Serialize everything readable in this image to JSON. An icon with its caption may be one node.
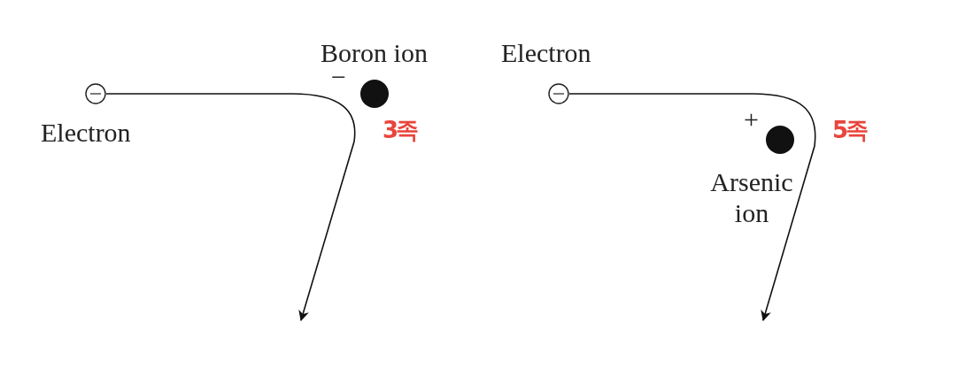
{
  "diagram": {
    "nodes": [
      {
        "text": [],
        "shape": "circle",
        "beside": [
          "Electron"
        ]
      },
      {
        "text": [],
        "shape": "circle",
        "beside": [
          "Boron ion"
        ]
      },
      {
        "text": [],
        "shape": "circle",
        "beside": [
          "Electron"
        ]
      },
      {
        "text": [],
        "shape": "circle",
        "beside": [
          "Arsenic ion"
        ]
      }
    ],
    "edges": [
      {
        "from": 0,
        "to": null,
        "arrow": "to"
      },
      {
        "from": 2,
        "to": null,
        "arrow": "to"
      }
    ],
    "labels": [
      "−",
      "3족",
      "+",
      "5족"
    ]
  }
}
